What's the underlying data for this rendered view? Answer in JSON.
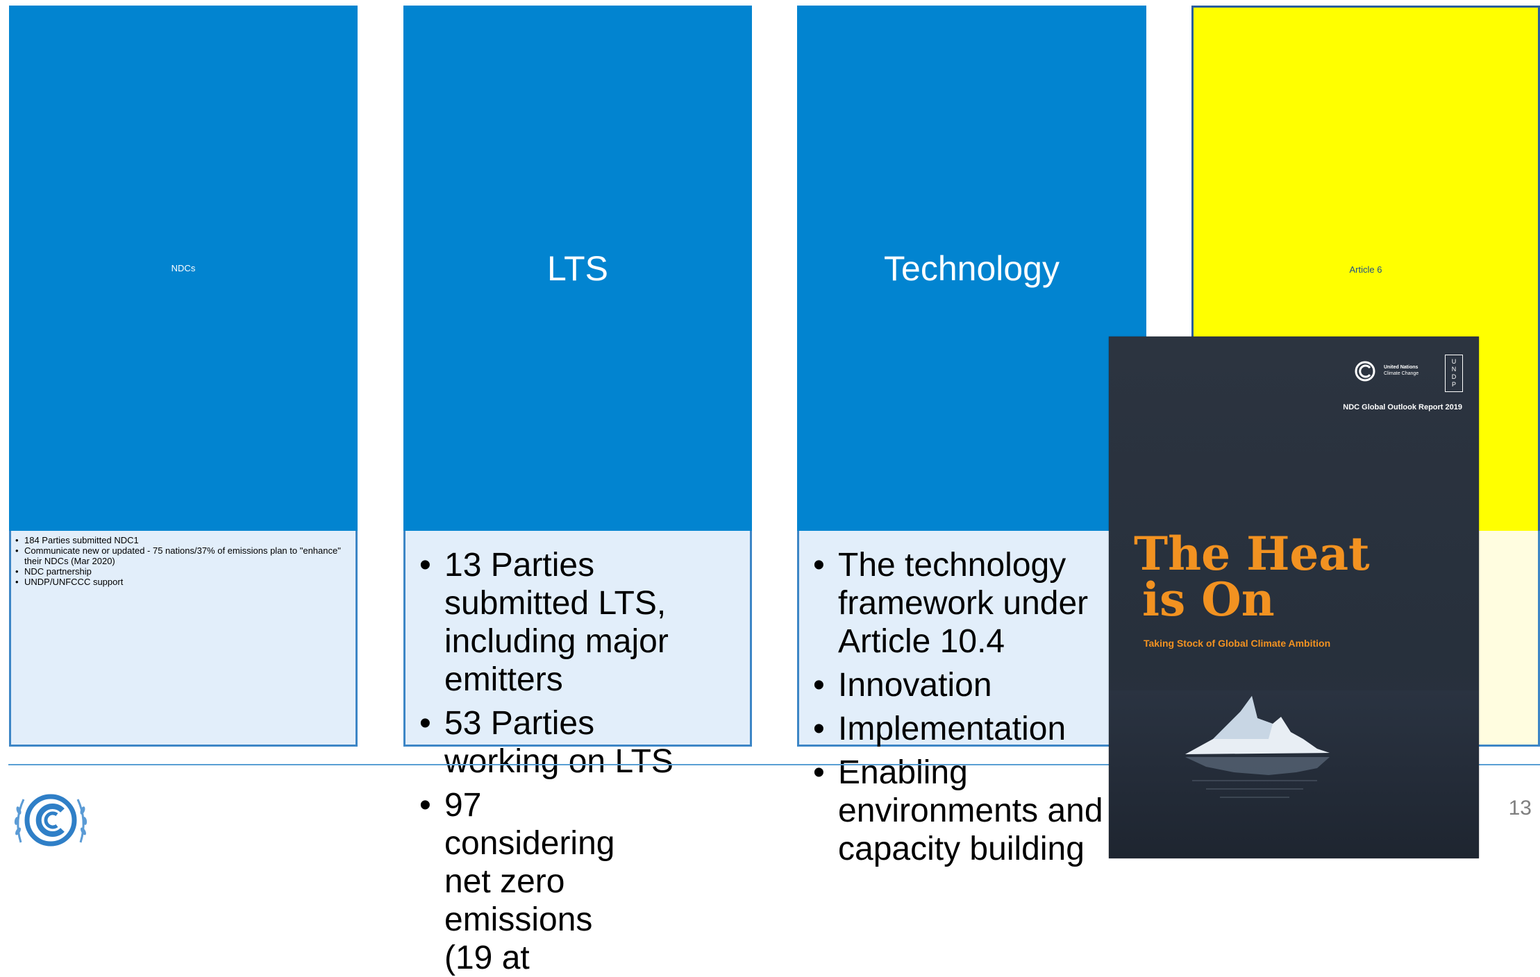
{
  "columns": [
    {
      "title": "NDCs",
      "bullets": [
        "184 Parties submitted NDC1",
        "Communicate new or updated - 75 nations/37% of emissions plan to \"enhance\" their NDCs (Mar 2020)",
        "NDC partnership",
        "UNDP/UNFCCC support"
      ]
    },
    {
      "title": "LTS",
      "bullets": [
        "13 Parties submitted LTS, including major emitters",
        "53 Parties working on LTS",
        "97 considering net zero emissions (19 at"
      ]
    },
    {
      "title": "Technology",
      "bullets": [
        "The technology framework under Article 10.4",
        "Innovation",
        "Implementation",
        "Enabling environments and capacity building"
      ]
    },
    {
      "title": "Article 6"
    }
  ],
  "cover": {
    "org_line1": "United Nations",
    "org_line2": "Climate Change",
    "undp_letters": [
      "U",
      "N",
      "D",
      "P"
    ],
    "report_label": "NDC Global Outlook Report 2019",
    "title_line1": "The Heat",
    "title_line2": "is On",
    "subtitle": "Taking Stock of Global Climate Ambition"
  },
  "footer": {
    "page_number": "13",
    "logo_icon": "unfccc-logo-icon"
  },
  "colors": {
    "header_blue": "#0284d0",
    "body_light_blue": "#e2eefa",
    "article6_yellow": "#ffff00",
    "article6_body": "#fffde0",
    "cover_orange": "#f29221",
    "cover_dark": "#28303c"
  }
}
